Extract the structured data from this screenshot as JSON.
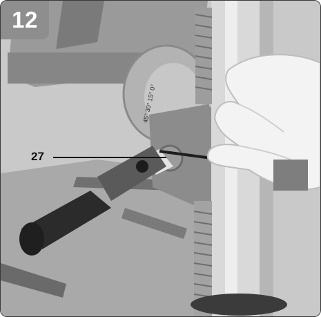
{
  "figure": {
    "number": "12"
  },
  "callout": {
    "label": "27"
  },
  "scale_marks": [
    "45°",
    "30°",
    "15°",
    "0°"
  ],
  "colors": {
    "badge": "#8e8e8e",
    "column": "#d6d6d6",
    "table": "#8a8a8a",
    "handle": "#2b2b2b",
    "glove": "#f2f2f2"
  }
}
